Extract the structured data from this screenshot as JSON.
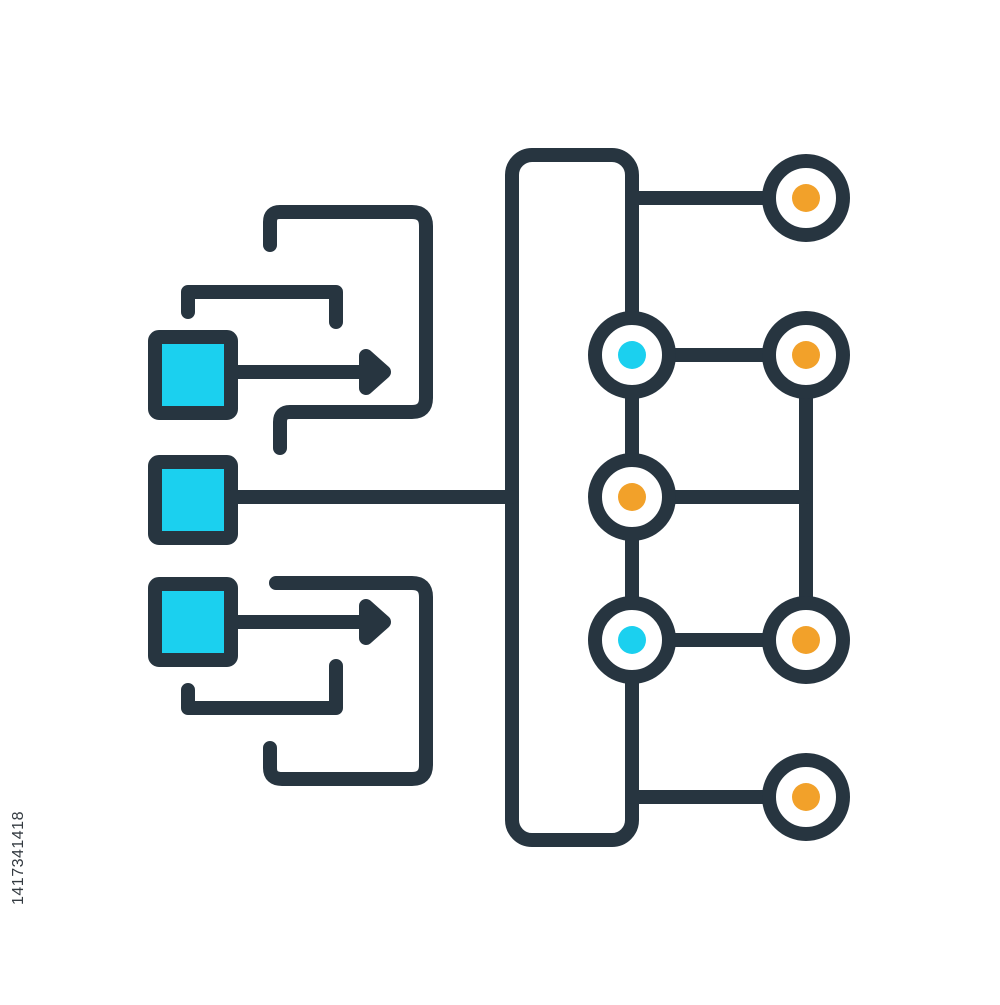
{
  "icon": {
    "name": "data-distribution-diagram",
    "colors": {
      "stroke": "#273540",
      "input_fill": "#1bd0ef",
      "node_fill_orange": "#f2a12a",
      "node_fill_blue": "#1bd0ef",
      "background": "#ffffff"
    },
    "inputs": [
      {
        "name": "input-square-top",
        "style": "arrow"
      },
      {
        "name": "input-square-middle",
        "style": "connector"
      },
      {
        "name": "input-square-bottom",
        "style": "arrow"
      }
    ],
    "nodes_left_column": [
      "blue",
      "orange",
      "blue"
    ],
    "nodes_right_column": [
      "orange",
      "orange",
      "orange",
      "orange",
      "orange"
    ]
  },
  "watermark": {
    "stock_id": "1417341418"
  }
}
